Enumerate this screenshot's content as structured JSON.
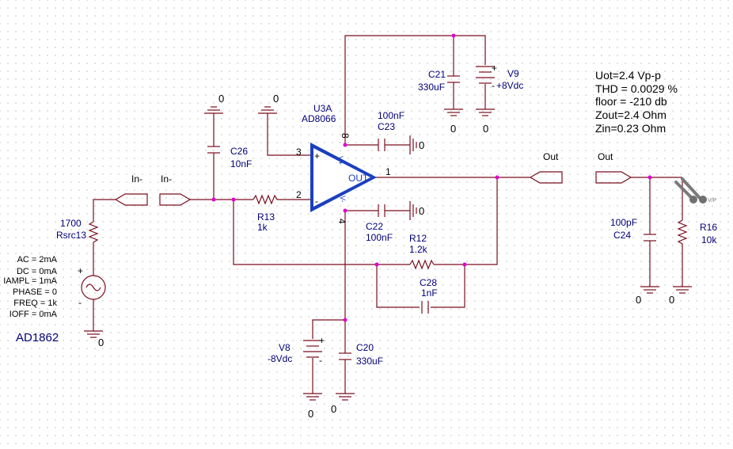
{
  "nets": {
    "in_left": "In-",
    "in_right": "In-",
    "out_left": "Out",
    "out_right": "Out"
  },
  "opamp": {
    "ref": "U3A",
    "value": "AD8066",
    "out_label": "OUT",
    "pin_plus": "+",
    "pin_minus": "-",
    "pin_v_plus": "V+",
    "pin_v_minus": "V-",
    "pin3": "3",
    "pin2": "2",
    "pin1": "1",
    "pin8": "8",
    "pin4": "4"
  },
  "components": {
    "c26": {
      "ref": "C26",
      "value": "10nF"
    },
    "r13": {
      "ref": "R13",
      "value": "1k"
    },
    "c23": {
      "ref": "C23",
      "value": "100nF"
    },
    "c22": {
      "ref": "C22",
      "value": "100nF"
    },
    "c21": {
      "ref": "C21",
      "value": "330uF"
    },
    "c20": {
      "ref": "C20",
      "value": "330uF"
    },
    "v9": {
      "ref": "V9",
      "value": "+8Vdc",
      "plus": "+",
      "minus": "-"
    },
    "v8": {
      "ref": "V8",
      "value": "-8Vdc",
      "plus": "+",
      "minus": "-"
    },
    "r12": {
      "ref": "R12",
      "value": "1.2k"
    },
    "c28": {
      "ref": "C28",
      "value": "1nF"
    },
    "c24": {
      "ref": "C24",
      "value": "100pF"
    },
    "r16": {
      "ref": "R16",
      "value": "10k"
    },
    "rsrc": {
      "ref": "Rsrc13",
      "value": "1700"
    }
  },
  "source": {
    "params": [
      "AC = 2mA",
      "DC = 0mA",
      "IAMPL = 1mA",
      "PHASE = 0",
      "FREQ = 1k",
      "IOFF = 0mA"
    ],
    "plus": "+",
    "minus": "-",
    "part_name": "AD1862"
  },
  "grounds": {
    "g_c26": "0",
    "g_plus": "0",
    "g_c23": "0",
    "g_c22": "0",
    "g_c21": "0",
    "g_v9": "0",
    "g_v8": "0",
    "g_c20": "0",
    "g_src": "0",
    "g_c24": "0",
    "g_r16": "0"
  },
  "probe": {
    "label": "V/P"
  },
  "results": [
    "Uot=2.4 Vp-p",
    "THD = 0.0029 %",
    "floor = -210 db",
    "Zout=2.4 Ohm",
    "Zin=0.23 Ohm"
  ],
  "colors": {
    "wire": "#7a0f1f",
    "junction": "#e000d0",
    "label": "#00007a",
    "opamp": "#1a3fbf"
  }
}
